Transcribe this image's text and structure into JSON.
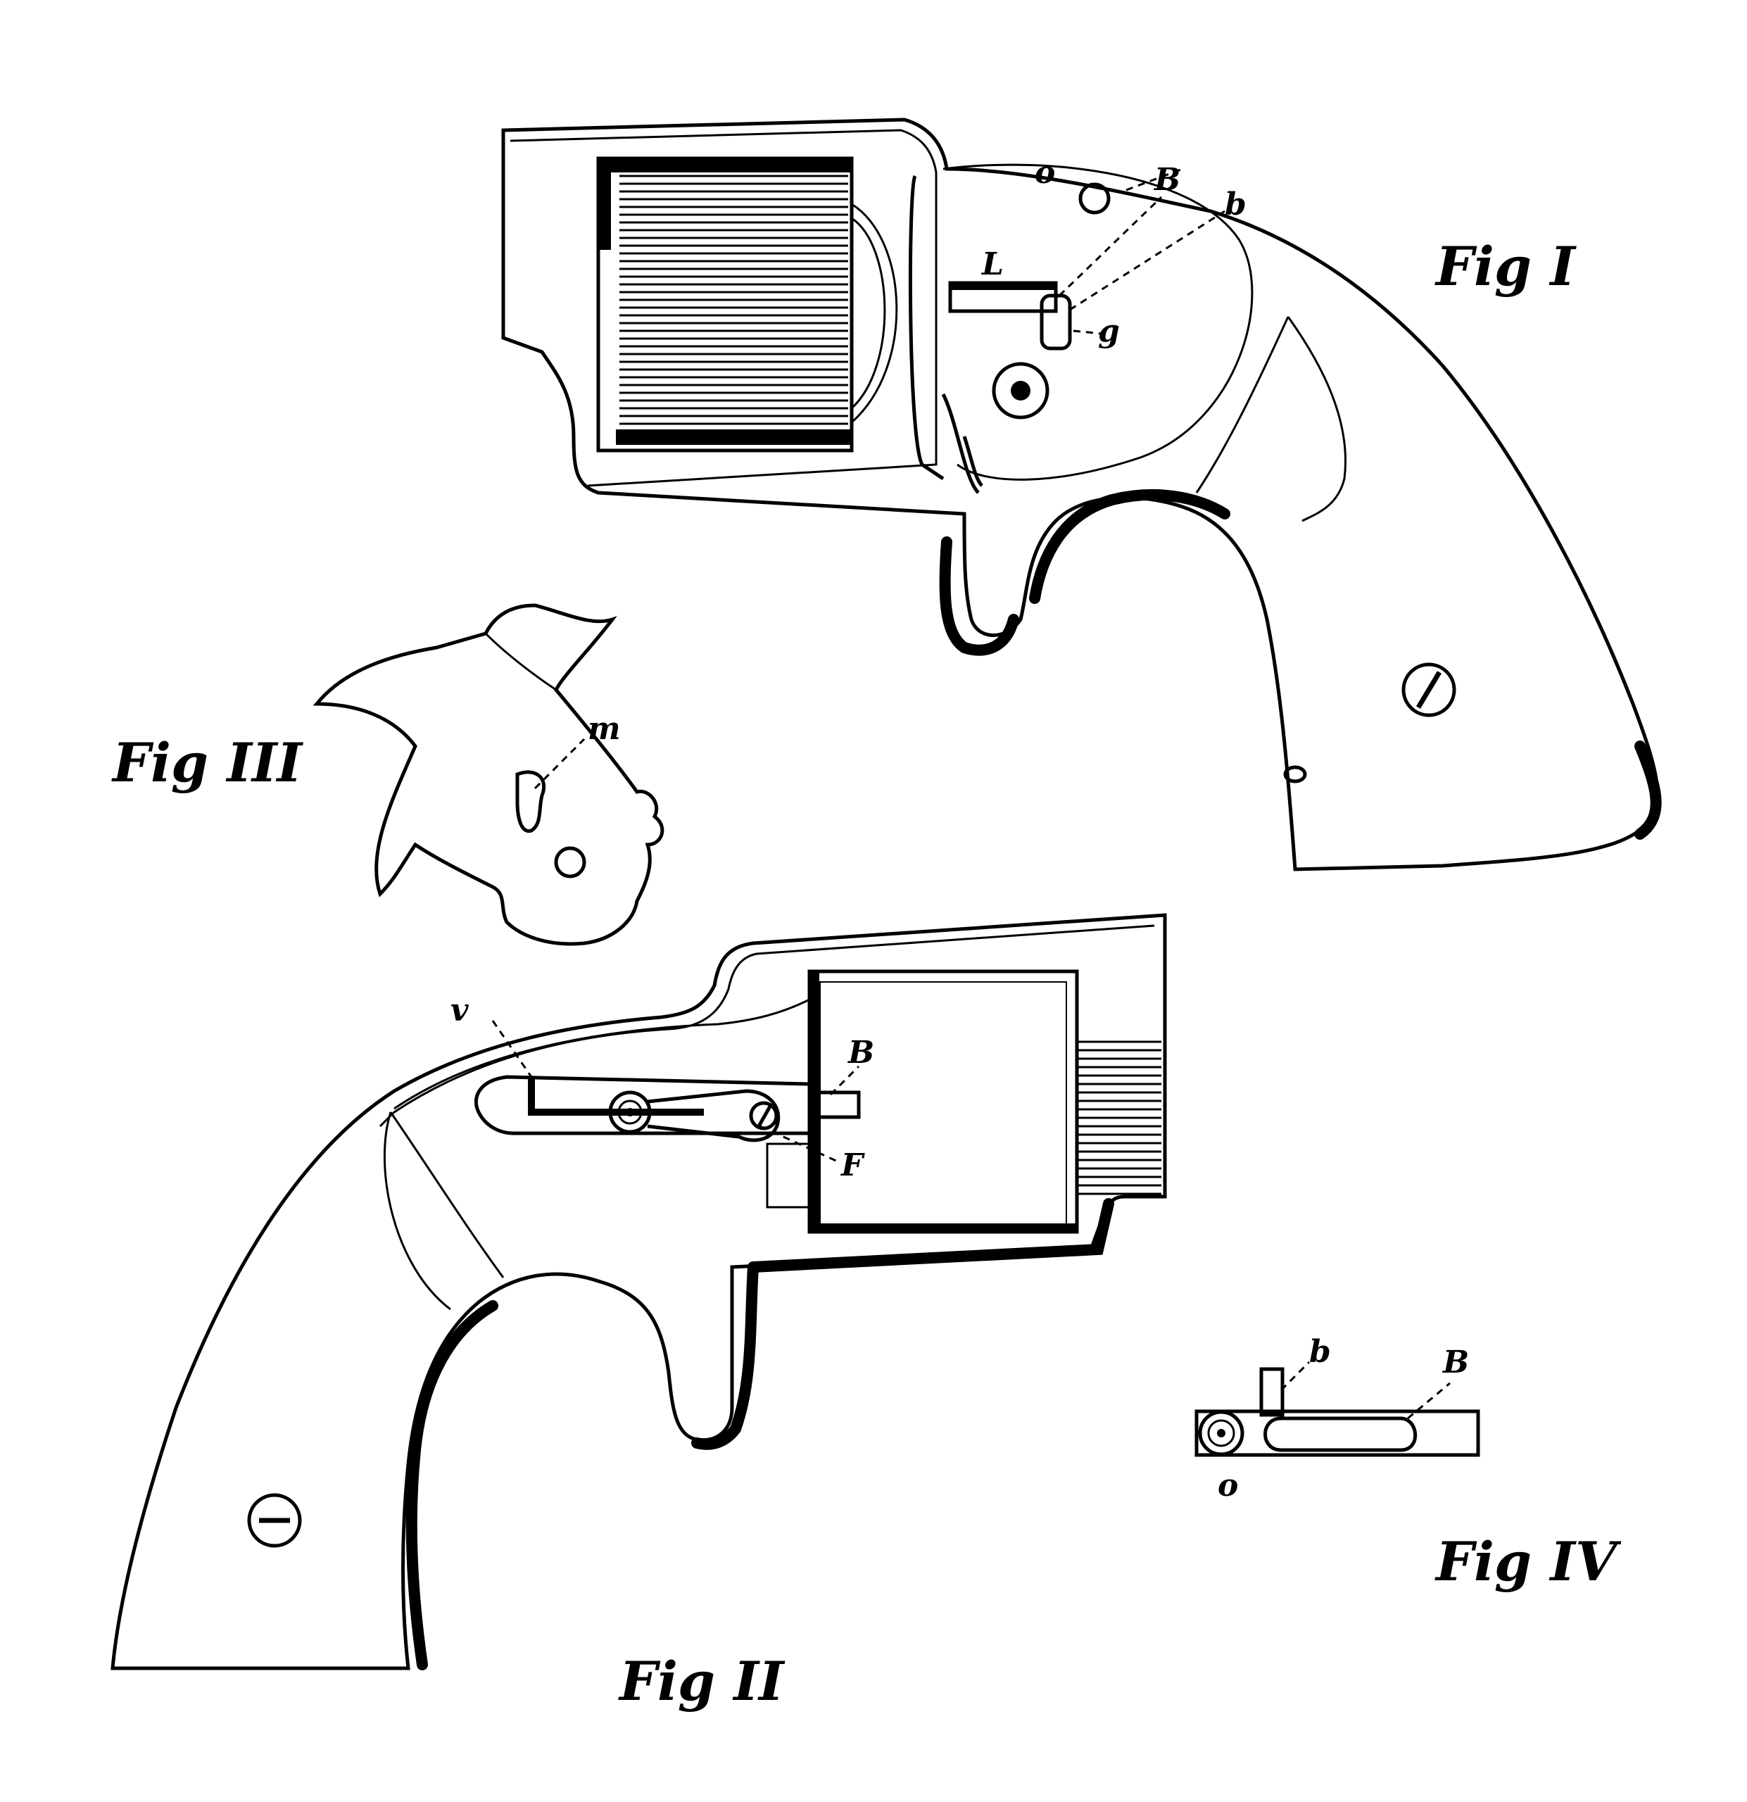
{
  "figures": {
    "fig1": {
      "title": "Fig I"
    },
    "fig2": {
      "title": "Fig II"
    },
    "fig3": {
      "title": "Fig III"
    },
    "fig4": {
      "title": "Fig IV"
    }
  },
  "labels": {
    "fig1": {
      "o": "o",
      "B": "B",
      "b": "b",
      "L": "L",
      "g": "g"
    },
    "fig2": {
      "v": "v",
      "B": "B",
      "F": "F"
    },
    "fig3": {
      "m": "m"
    },
    "fig4": {
      "b": "b",
      "B": "B",
      "o": "o"
    }
  }
}
